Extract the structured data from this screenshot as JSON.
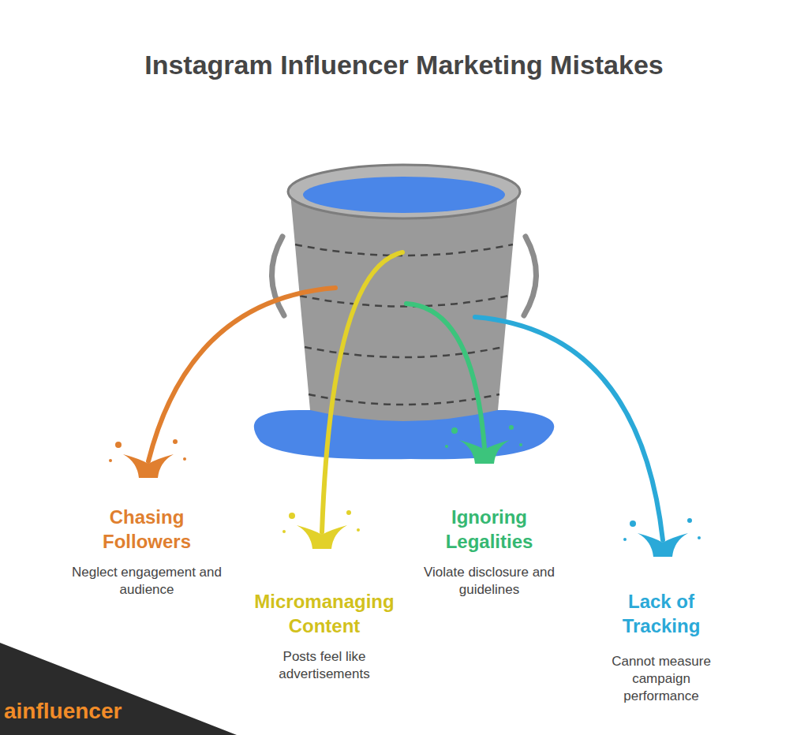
{
  "diagram": {
    "title": "Instagram Influencer Marketing Mistakes",
    "labels": [
      "Chasing Followers",
      "Neglect engagement and audience",
      "Micromanaging Content",
      "Posts feel like advertisements",
      "Ignoring Legalities",
      "Violate disclosure and guidelines",
      "Lack of Tracking",
      "Cannot measure campaign performance",
      "ainfluencer"
    ]
  }
}
